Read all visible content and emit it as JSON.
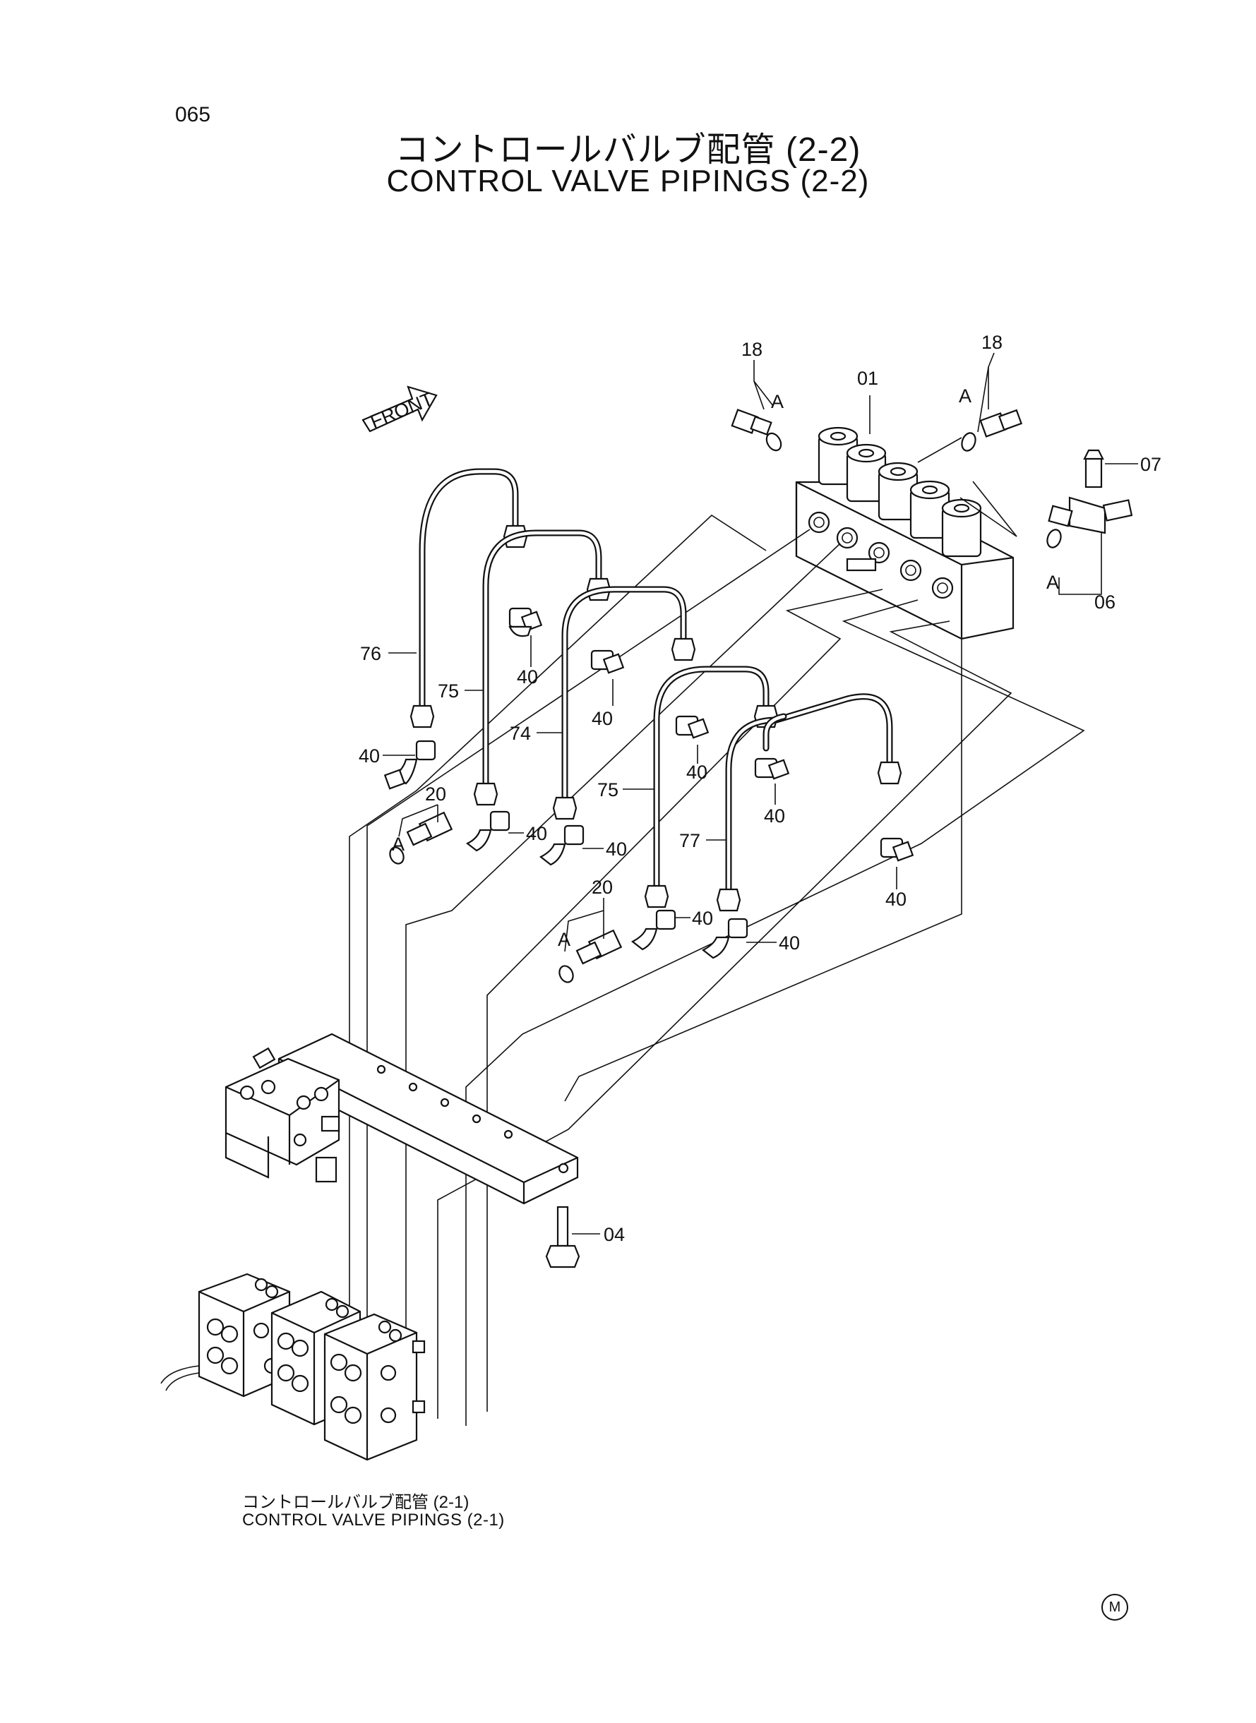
{
  "page": {
    "number": "065"
  },
  "title": {
    "jp": "コントロールバルブ配管 (2-2)",
    "en": "CONTROL VALVE PIPINGS (2-2)"
  },
  "reference": {
    "jp": "コントロールバルブ配管 (2-1)",
    "en": "CONTROL VALVE PIPINGS (2-1)"
  },
  "front_arrow": {
    "label": "FRONT"
  },
  "marking": {
    "symbol": "M"
  },
  "callouts": {
    "valve_assembly": "01",
    "bolt": "04",
    "tee_fitting": "06",
    "plug": "07",
    "adapter_18": "18",
    "adapter_20": "20",
    "elbow": "40",
    "pipe_74": "74",
    "pipe_75": "75",
    "pipe_76": "76",
    "pipe_77": "77",
    "oring": "A"
  }
}
